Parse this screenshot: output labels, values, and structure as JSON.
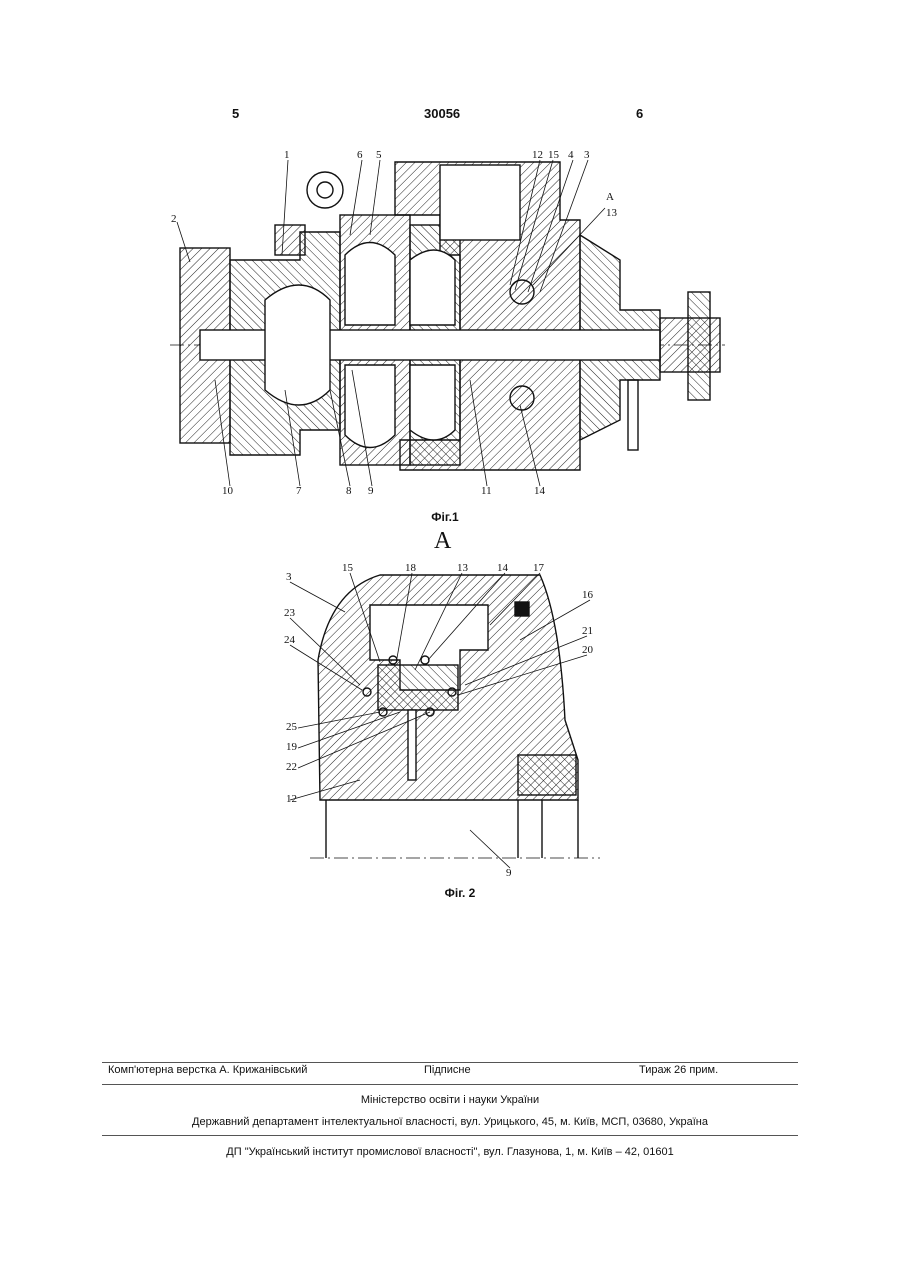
{
  "header": {
    "left": "5",
    "center": "30056",
    "right": "6"
  },
  "fig1": {
    "caption": "Фіг.1",
    "callouts": [
      "1",
      "6",
      "5",
      "12",
      "15",
      "4",
      "3",
      "2",
      "А",
      "13",
      "10",
      "7",
      "8",
      "9",
      "11",
      "14"
    ]
  },
  "fig2": {
    "view_label": "А",
    "caption": "Фіг. 2",
    "callouts": [
      "3",
      "15",
      "18",
      "13",
      "14",
      "17",
      "16",
      "23",
      "21",
      "24",
      "20",
      "25",
      "19",
      "22",
      "12",
      "9"
    ]
  },
  "footer": {
    "layout": "Комп'ютерна верстка А. Крижанівський",
    "signed": "Підписне",
    "circulation": "Тираж 26 прим.",
    "ministry": "Міністерство освіти і науки України",
    "department": "Державний департамент інтелектуальної власності, вул. Урицького, 45, м. Київ, МСП, 03680, Україна",
    "institute": "ДП \"Український інститут промислової власності\", вул. Глазунова, 1, м. Київ – 42, 01601"
  }
}
